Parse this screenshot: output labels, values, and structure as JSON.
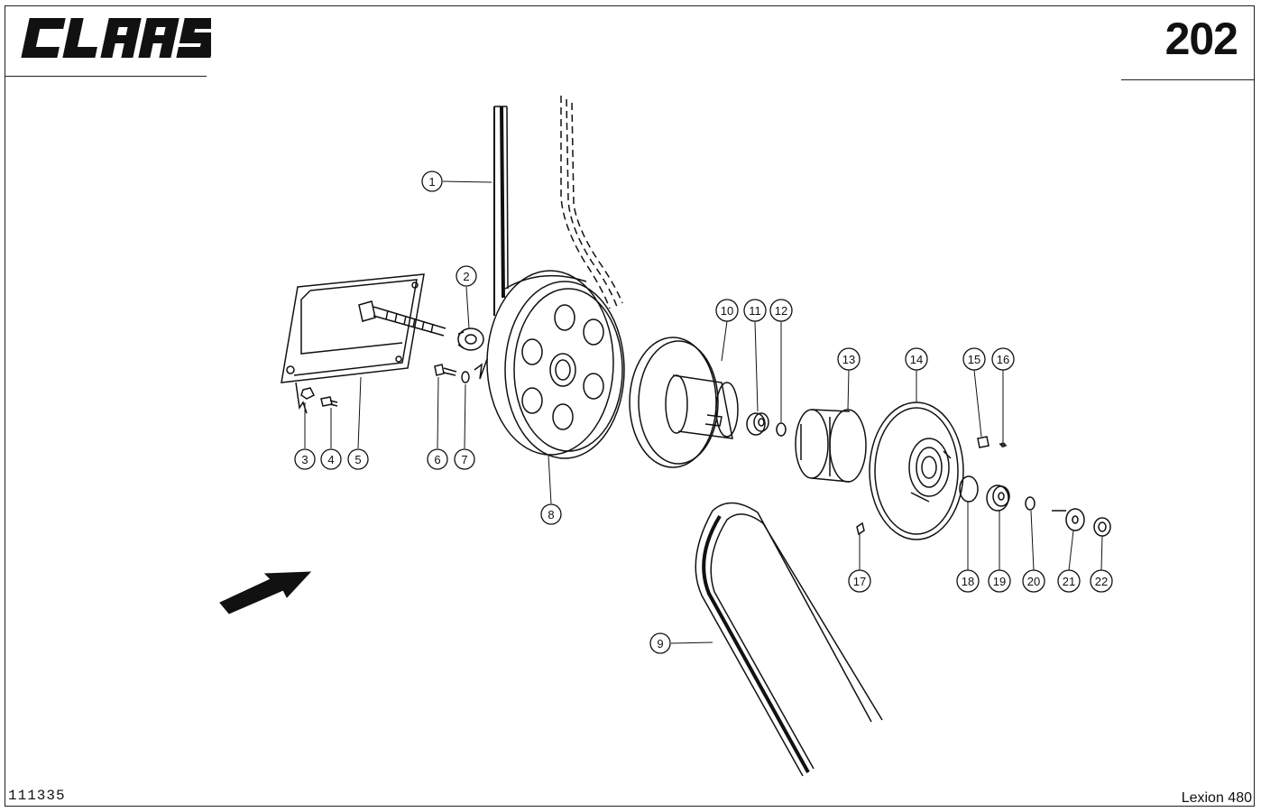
{
  "header": {
    "brand": "CLAAS",
    "page_number": "202"
  },
  "footer": {
    "drawing_number": "111335",
    "model": "Lexion 480"
  },
  "diagram": {
    "callouts": [
      "1",
      "2",
      "3",
      "4",
      "5",
      "6",
      "7",
      "8",
      "9",
      "10",
      "11",
      "12",
      "13",
      "14",
      "15",
      "16",
      "17",
      "18",
      "19",
      "20",
      "21",
      "22"
    ]
  }
}
